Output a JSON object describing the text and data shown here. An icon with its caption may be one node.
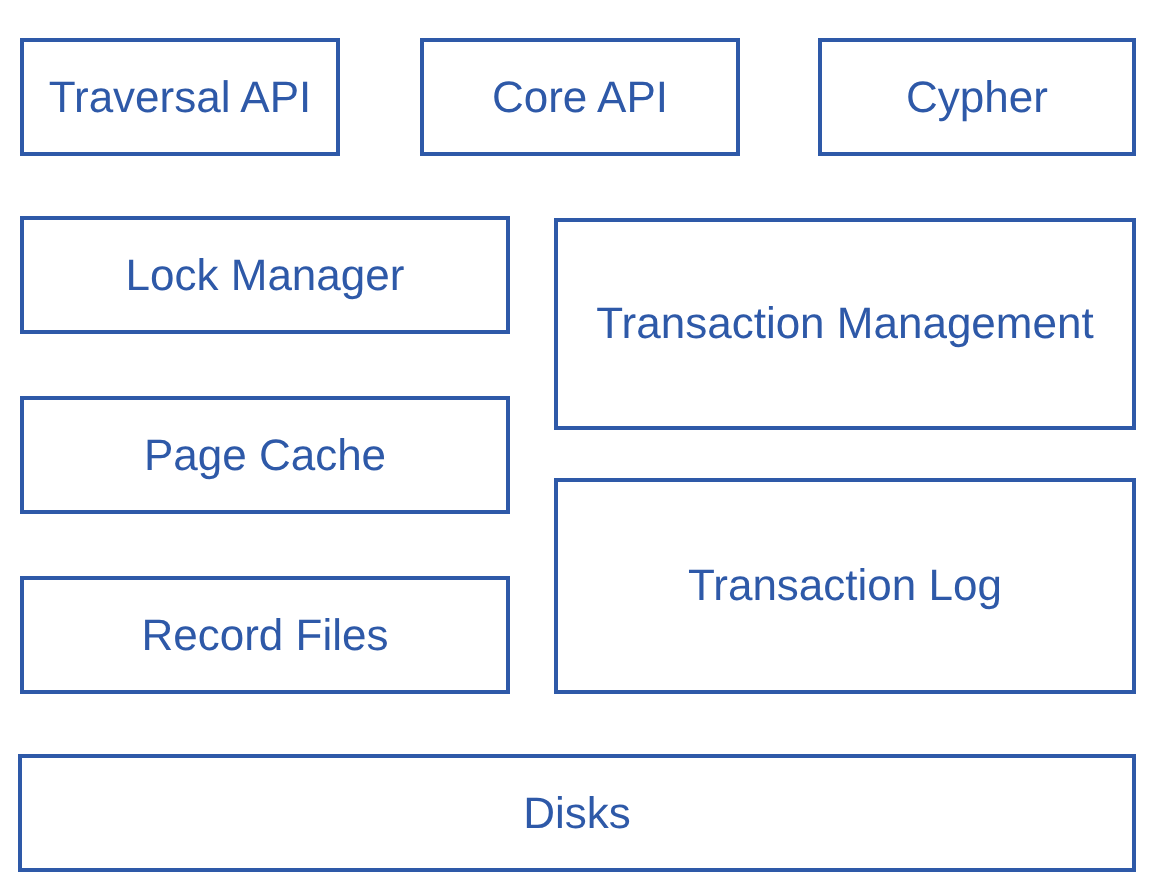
{
  "diagram": {
    "nodes": [
      {
        "text": [
          "Traversal API"
        ]
      },
      {
        "text": [
          "Core API"
        ]
      },
      {
        "text": [
          "Cypher"
        ]
      },
      {
        "text": [
          "Lock Manager"
        ]
      },
      {
        "text": [
          "Transaction Management"
        ]
      },
      {
        "text": [
          "Page Cache"
        ]
      },
      {
        "text": [
          "Transaction Log"
        ]
      },
      {
        "text": [
          "Record Files"
        ]
      },
      {
        "text": [
          "Disks"
        ]
      }
    ]
  }
}
